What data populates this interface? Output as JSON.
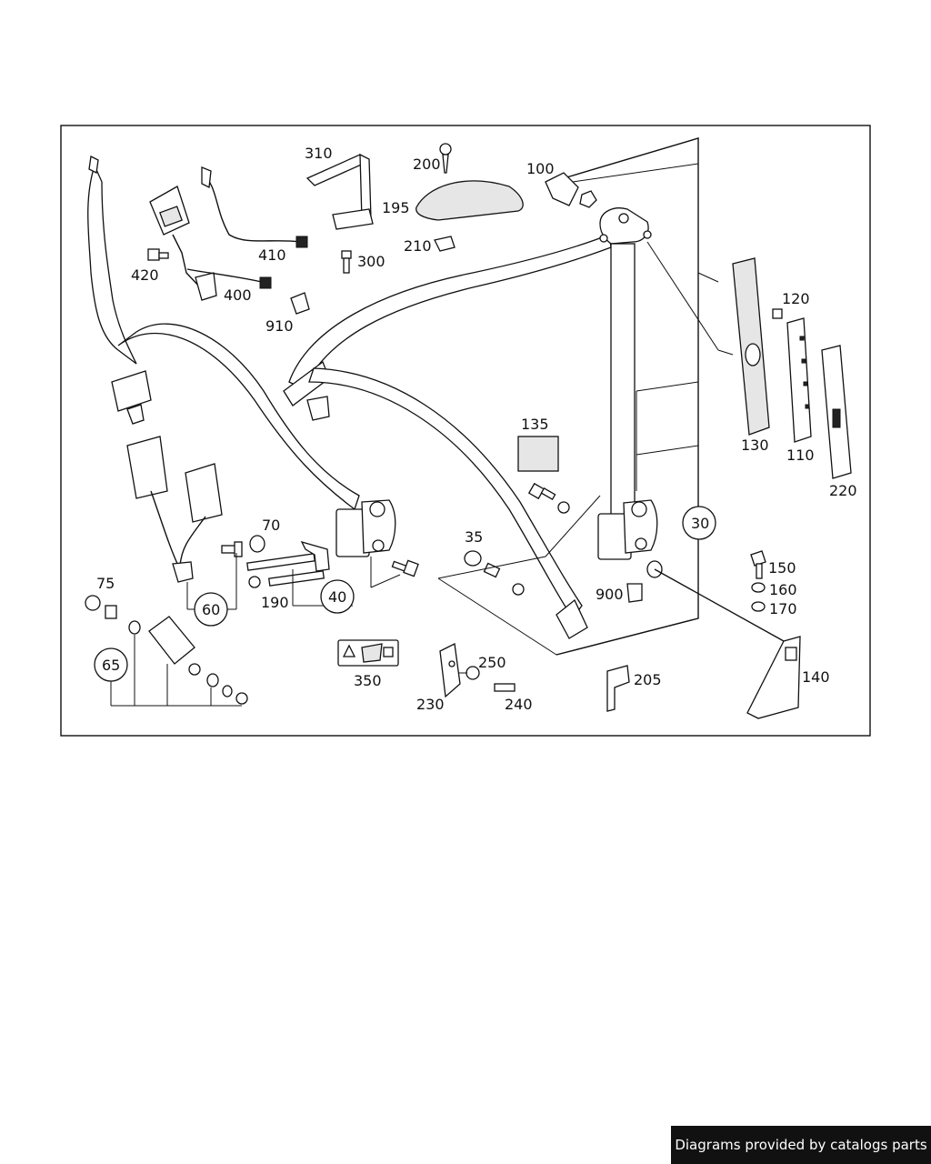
{
  "diagram": {
    "callouts": {
      "c310": "310",
      "c200": "200",
      "c195": "195",
      "c210": "210",
      "c300": "300",
      "c100": "100",
      "c410": "410",
      "c420": "420",
      "c400": "400",
      "c910": "910",
      "c120": "120",
      "c130": "130",
      "c110": "110",
      "c220": "220",
      "c135": "135",
      "c30": "30",
      "c70": "70",
      "c60": "60",
      "c190": "190",
      "c40": "40",
      "c35": "35",
      "c75": "75",
      "c65": "65",
      "c250": "250",
      "c240": "240",
      "c230": "230",
      "c350": "350",
      "c205": "205",
      "c900": "900",
      "c150": "150",
      "c160": "160",
      "c170": "170",
      "c140": "140"
    }
  },
  "footer": {
    "text": "Diagrams provided by catalogs parts"
  },
  "colors": {
    "ink": "#111111",
    "paper": "#ffffff",
    "footer_bg": "#111111",
    "footer_fg": "#ffffff"
  }
}
